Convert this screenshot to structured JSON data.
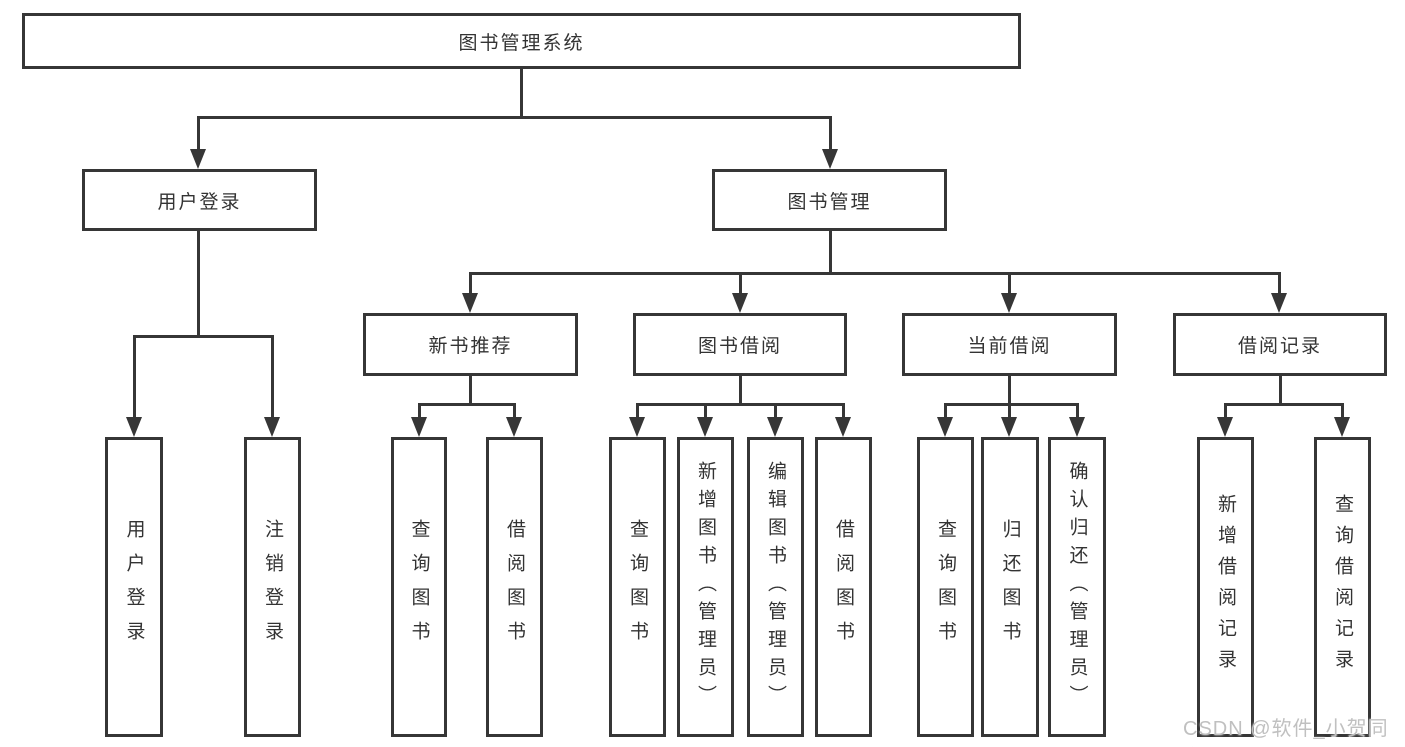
{
  "tree": {
    "root": {
      "label": "图书管理系统",
      "children": [
        {
          "label": "用户登录",
          "children": [
            {
              "label": "用户登录"
            },
            {
              "label": "注销登录"
            }
          ]
        },
        {
          "label": "图书管理",
          "children": [
            {
              "label": "新书推荐",
              "children": [
                {
                  "label": "查询图书"
                },
                {
                  "label": "借阅图书"
                }
              ]
            },
            {
              "label": "图书借阅",
              "children": [
                {
                  "label": "查询图书"
                },
                {
                  "label": "新增图书（管理员）"
                },
                {
                  "label": "编辑图书（管理员）"
                },
                {
                  "label": "借阅图书"
                }
              ]
            },
            {
              "label": "当前借阅",
              "children": [
                {
                  "label": "查询图书"
                },
                {
                  "label": "归还图书"
                },
                {
                  "label": "确认归还（管理员）"
                }
              ]
            },
            {
              "label": "借阅记录",
              "children": [
                {
                  "label": "新增借阅记录"
                },
                {
                  "label": "查询借阅记录"
                }
              ]
            }
          ]
        }
      ]
    }
  },
  "watermark": {
    "text": "CSDN @软件_小贺同学"
  },
  "colors": {
    "line": "#363636",
    "text": "#333333",
    "background": "#ffffff",
    "watermark": "#c0c0c0"
  }
}
